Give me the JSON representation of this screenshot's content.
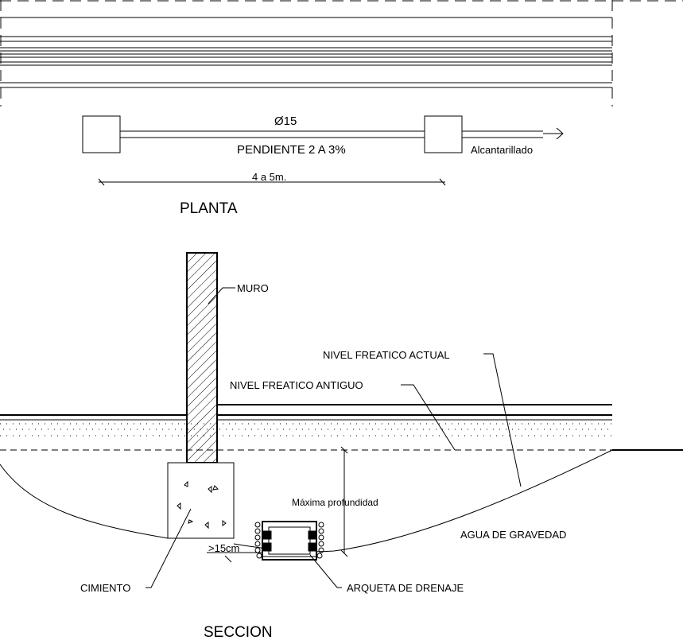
{
  "plan": {
    "title": "PLANTA",
    "pipe_diameter": "Ø15",
    "slope": "PENDIENTE 2 A 3%",
    "outlet": "Alcantarillado",
    "spacing": "4 a 5m."
  },
  "section": {
    "title": "SECCION",
    "wall": "MURO",
    "current_water_table": "NIVEL FREATICO ACTUAL",
    "old_water_table": "NIVEL FREATICO ANTIGUO",
    "max_depth": "Máxima profundidad",
    "gravity_water": "AGUA DE GRAVEDAD",
    "clearance": ">15cm",
    "footing": "CIMIENTO",
    "drain_box": "ARQUETA DE DRENAJE"
  },
  "colors": {
    "line": "#000000",
    "background": "#ffffff"
  }
}
